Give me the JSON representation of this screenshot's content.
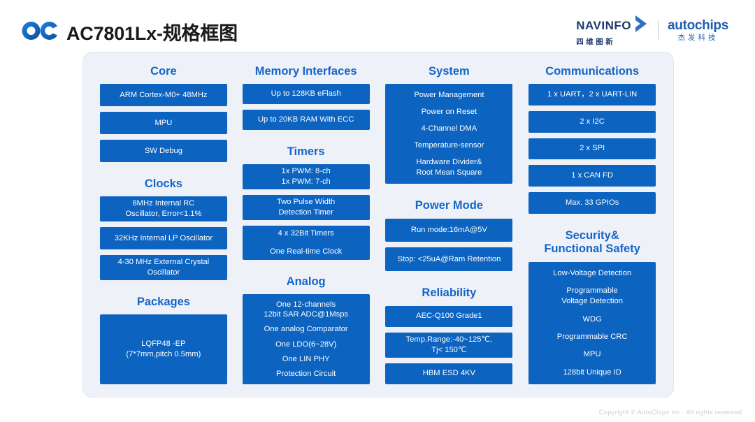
{
  "header": {
    "logo_name": "oc-logo",
    "title": "AC7801Lx-规格框图",
    "navinfo_en": "NAVINFO",
    "navinfo_cn": "四维图新",
    "autochips_en": "autochips",
    "autochips_cn": "杰发科技"
  },
  "colors": {
    "box_blue": "#0c63c0",
    "heading_blue": "#1565c9",
    "panel_bg": "#eef1f7",
    "brand_blue": "#1f5fad",
    "navinfo_blue": "#1b3a6b"
  },
  "columns": [
    {
      "key": "core",
      "sections": [
        {
          "title": "Core",
          "boxes": [
            {
              "lines": [
                "ARM Cortex-M0+ 48MHz"
              ],
              "h": 32
            },
            {
              "lines": [
                "MPU"
              ],
              "h": 32
            },
            {
              "lines": [
                "SW Debug"
              ],
              "h": 32
            }
          ]
        },
        {
          "title": "Clocks",
          "boxes": [
            {
              "lines": [
                "8MHz Internal RC",
                "Oscillator, Error<1.1%"
              ],
              "h": 36
            },
            {
              "lines": [
                "32KHz Internal LP Oscillator"
              ],
              "h": 32
            },
            {
              "lines": [
                "4-30 MHz External Crystal",
                "Oscillator"
              ],
              "h": 36
            }
          ]
        },
        {
          "title": "Packages",
          "boxes": [
            {
              "lines": [
                "LQFP48 -EP",
                "(7*7mm,pitch 0.5mm)"
              ],
              "h": 100
            }
          ]
        }
      ]
    },
    {
      "key": "memory",
      "sections": [
        {
          "title": "Memory Interfaces",
          "boxes": [
            {
              "lines": [
                "Up to 128KB eFlash"
              ],
              "h": 32
            },
            {
              "lines": [
                "Up to 20KB RAM With ECC"
              ],
              "h": 32
            }
          ]
        },
        {
          "title": "Timers",
          "boxes": [
            {
              "lines": [
                "1x PWM: 8-ch",
                "1x PWM: 7-ch"
              ],
              "h": 36
            },
            {
              "lines": [
                "Two Pulse Width",
                "Detection Timer"
              ],
              "h": 36
            },
            {
              "lines": [
                "4 x 32Bit Timers",
                "One Real-time Clock"
              ],
              "h": 56,
              "spaced": true
            }
          ]
        },
        {
          "title": "Analog",
          "boxes": [
            {
              "lines": [
                "One 12-channels",
                "12bit SAR ADC@1Msps",
                "One analog Comparator",
                "One LDO(6~28V)",
                "One LIN PHY",
                "Protection Circuit"
              ],
              "h": 148,
              "analog": true
            }
          ]
        }
      ]
    },
    {
      "key": "system",
      "sections": [
        {
          "title": "System",
          "boxes": [
            {
              "lines": [
                "Power Management",
                "Power on Reset",
                "4-Channel DMA",
                "Temperature-sensor",
                "Hardware Divider&",
                "Root Mean Square"
              ],
              "h": 154,
              "system": true
            }
          ]
        },
        {
          "title": "Power Mode",
          "boxes": [
            {
              "lines": [
                "Run mode:16mA@5V"
              ],
              "h": 36
            },
            {
              "lines": [
                "Stop: <25uA@Ram Retention"
              ],
              "h": 36
            }
          ]
        },
        {
          "title": "Reliability",
          "boxes": [
            {
              "lines": [
                "AEC-Q100 Grade1"
              ],
              "h": 32
            },
            {
              "lines": [
                "Temp.Range:-40~125℃,",
                "Tj< 150℃"
              ],
              "h": 36
            },
            {
              "lines": [
                "HBM ESD  4KV"
              ],
              "h": 32
            }
          ]
        }
      ]
    },
    {
      "key": "communications",
      "sections": [
        {
          "title": "Communications",
          "boxes": [
            {
              "lines": [
                "1 x UART，2 x UART-LIN"
              ],
              "h": 32
            },
            {
              "lines": [
                "2 x I2C"
              ],
              "h": 32
            },
            {
              "lines": [
                "2 x SPI"
              ],
              "h": 32
            },
            {
              "lines": [
                "1 x CAN FD"
              ],
              "h": 32
            },
            {
              "lines": [
                "Max. 33 GPIOs"
              ],
              "h": 32
            }
          ]
        },
        {
          "title": "Security&\nFunctional Safety",
          "title_lines": [
            "Security&",
            "Functional Safety"
          ],
          "boxes": [
            {
              "lines": [
                "Low-Voltage Detection",
                "Programmable",
                "Voltage Detection",
                "WDG",
                "Programmable CRC",
                "MPU",
                "128bit Unique ID"
              ],
              "h": 185,
              "security": true
            }
          ]
        }
      ]
    }
  ],
  "footer": {
    "copyright": "Copyright © AutoChips Inc . All rights reserved."
  }
}
